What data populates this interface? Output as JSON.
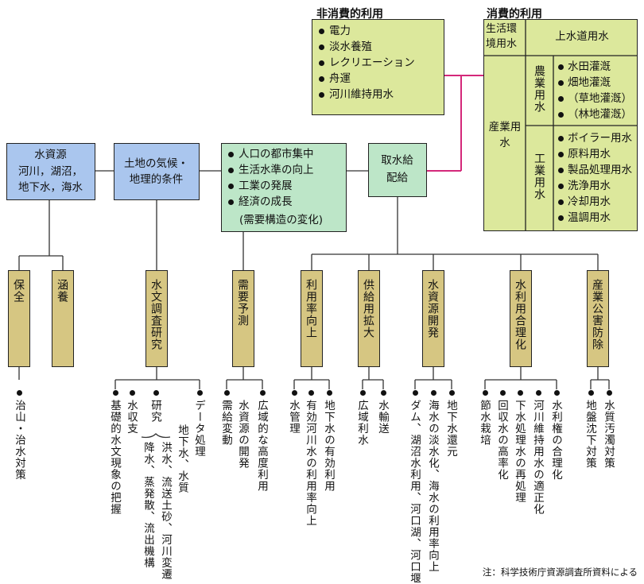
{
  "header": {
    "non_consumptive": "非消費的利用",
    "consumptive": "消費的利用"
  },
  "non_consumptive_items": [
    "電力",
    "淡水養殖",
    "レクリエーション",
    "舟運",
    "河川維持用水"
  ],
  "consumptive": {
    "env": "生活環境用水",
    "urban": "上水道用水",
    "industrial_use": "産業用水",
    "agri_label": "農業用水",
    "agri_items": [
      "水田灌漑",
      "畑地灌漑",
      "（草地灌漑）",
      "（林地灌漑）"
    ],
    "factory_label": "工業用水",
    "factory_items": [
      "ボイラー用水",
      "原料用水",
      "製品処理用水",
      "洗浄用水",
      "冷却用水",
      "温調用水"
    ]
  },
  "flow": {
    "resources_title": "水資源",
    "resources_sub1": "河川，湖沼，",
    "resources_sub2": "地下水，海水",
    "land_line1": "土地の気候・",
    "land_line2": "地理的条件",
    "demand_items": [
      "人口の都市集中",
      "生活水準の向上",
      "工業の発展",
      "経済の成長"
    ],
    "demand_note": "(需要構造の変化)",
    "intake_line1": "取水給",
    "intake_line2": "配給"
  },
  "columns": [
    {
      "label": "保全",
      "items": [
        "治山・治水対策"
      ]
    },
    {
      "label": "涵養",
      "items": []
    },
    {
      "label": "水文調査研究",
      "items": [
        "基礎的水文現象の把握",
        "水収支",
        "研究",
        "洪水、流送土砂、河川変遷",
        "降水、蒸発散、流出機構",
        "データ処理",
        "地下水、水質"
      ]
    },
    {
      "label": "需要予測",
      "items": [
        "需給変動",
        "水資源の開発",
        "広域的な高度利用"
      ]
    },
    {
      "label": "利用率向上",
      "items": [
        "水管理",
        "有効河川水の利用率向上",
        "地下水の有効利用"
      ]
    },
    {
      "label": "供給用拡大",
      "items": [
        "広域利水",
        "水輸送"
      ]
    },
    {
      "label": "水資源開発",
      "items": [
        "ダム、湖沼水利用、河口湖、河口堰",
        "海水の淡水化、海水の利用率向上",
        "地下水還元"
      ]
    },
    {
      "label": "水利用合理化",
      "items": [
        "節水栽培",
        "回収水の高率化",
        "下水処理水の再処理",
        "河川維持用水の適正化",
        "水利権の合理化"
      ]
    },
    {
      "label": "産業公害防除",
      "items": [
        "地盤沈下対策",
        "水質汚濁対策"
      ]
    }
  ],
  "note": "注：科学技術庁資源調査所資料による"
}
